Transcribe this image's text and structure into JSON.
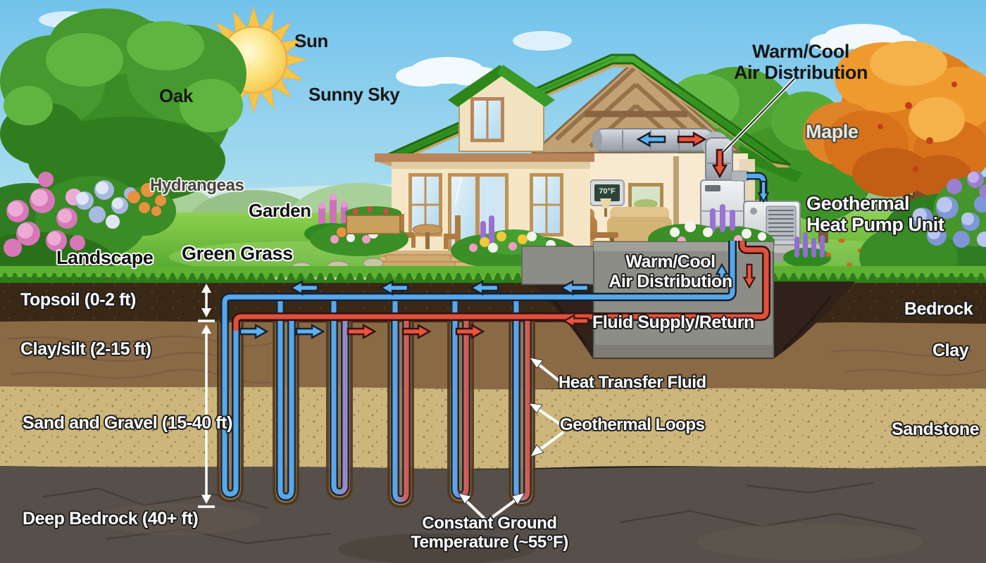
{
  "scene_labels": {
    "sun": "Sun",
    "oak": "Oak",
    "sunny_sky": "Sunny Sky",
    "hydrangeas": "Hydrangeas",
    "garden": "Garden",
    "green_grass": "Green Grass",
    "landscape": "Landscape",
    "maple": "Maple"
  },
  "system_labels": {
    "air_distribution_attic": {
      "line1": "Warm/Cool",
      "line2": "Air Distribution"
    },
    "air_distribution_foundation": {
      "line1": "Warm/Cool",
      "line2": "Air Distribution"
    },
    "heat_pump_unit": {
      "line1": "Geothermal",
      "line2": "Heat Pump Unit"
    },
    "fluid_supply_return": "Fluid Supply/Return",
    "heat_transfer_fluid": "Heat Transfer Fluid",
    "geothermal_loops": "Geothermal Loops",
    "constant_ground_temperature": {
      "line1": "Constant Ground",
      "line2": "Temperature (~55°F)"
    }
  },
  "thermostat": {
    "reading": "70°F"
  },
  "soil_layers_left": [
    {
      "label": "Topsoil (0-2 ft)"
    },
    {
      "label": "Clay/silt (2-15 ft)"
    },
    {
      "label": "Sand and Gravel (15-40 ft)"
    },
    {
      "label": "Deep Bedrock (40+ ft)"
    }
  ],
  "rock_layers_right": [
    {
      "label": "Bedrock"
    },
    {
      "label": "Clay"
    },
    {
      "label": "Sandstone"
    }
  ],
  "colors": {
    "cool_supply_pipe": "#55a8ec",
    "warm_return_pipe": "#e0503c",
    "roof_green": "#2e8a1e",
    "sun_yellow": "#f7c242",
    "topsoil": "#3a2817",
    "clay": "#8a6a45",
    "sand_gravel": "#cdb67c",
    "deep_bedrock": "#57504a",
    "foundation_concrete": "#8d8d88"
  }
}
